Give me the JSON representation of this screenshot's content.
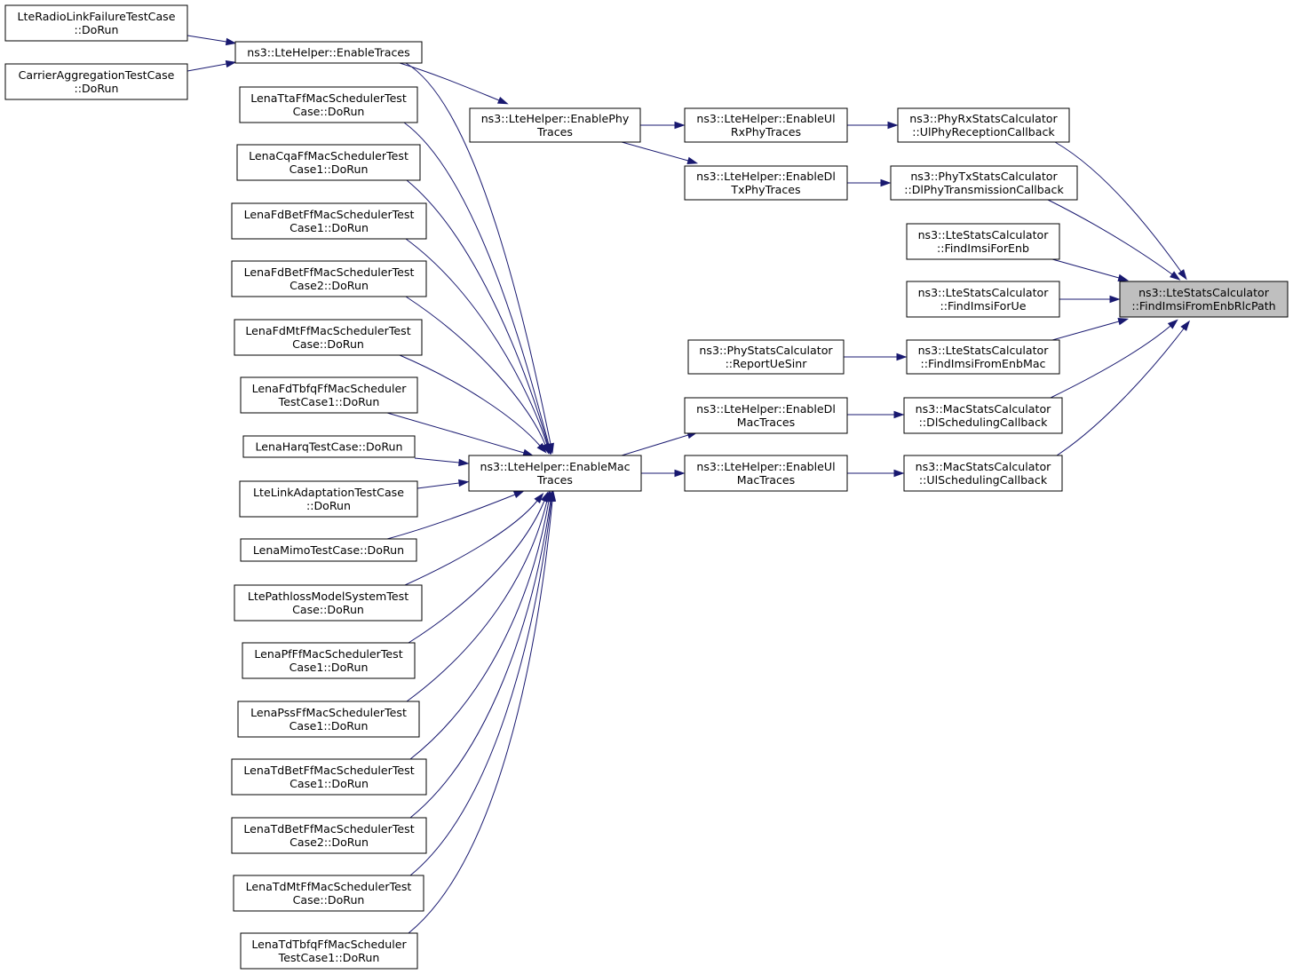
{
  "graph": {
    "colors": {
      "edge": "#191970",
      "focus_fill": "#bfbfbf",
      "node_fill": "#ffffff",
      "node_border": "#000000"
    },
    "nodes": [
      {
        "id": "target",
        "lines": [
          "ns3::LteStatsCalculator",
          "::FindImsiFromEnbRlcPath"
        ],
        "focus": true
      },
      {
        "id": "phyRxUl",
        "lines": [
          "ns3::PhyRxStatsCalculator",
          "::UlPhyReceptionCallback"
        ]
      },
      {
        "id": "phyTxDl",
        "lines": [
          "ns3::PhyTxStatsCalculator",
          "::DlPhyTransmissionCallback"
        ]
      },
      {
        "id": "findEnb",
        "lines": [
          "ns3::LteStatsCalculator",
          "::FindImsiForEnb"
        ]
      },
      {
        "id": "findUe",
        "lines": [
          "ns3::LteStatsCalculator",
          "::FindImsiForUe"
        ]
      },
      {
        "id": "findEnbMac",
        "lines": [
          "ns3::LteStatsCalculator",
          "::FindImsiFromEnbMac"
        ]
      },
      {
        "id": "macDl",
        "lines": [
          "ns3::MacStatsCalculator",
          "::DlSchedulingCallback"
        ]
      },
      {
        "id": "macUl",
        "lines": [
          "ns3::MacStatsCalculator",
          "::UlSchedulingCallback"
        ]
      },
      {
        "id": "reportSinr",
        "lines": [
          "ns3::PhyStatsCalculator",
          "::ReportUeSinr"
        ]
      },
      {
        "id": "enUlRxPhy",
        "lines": [
          "ns3::LteHelper::EnableUl",
          "RxPhyTraces"
        ]
      },
      {
        "id": "enDlTxPhy",
        "lines": [
          "ns3::LteHelper::EnableDl",
          "TxPhyTraces"
        ]
      },
      {
        "id": "enDlMac",
        "lines": [
          "ns3::LteHelper::EnableDl",
          "MacTraces"
        ]
      },
      {
        "id": "enUlMac",
        "lines": [
          "ns3::LteHelper::EnableUl",
          "MacTraces"
        ]
      },
      {
        "id": "enPhy",
        "lines": [
          "ns3::LteHelper::EnablePhy",
          "Traces"
        ]
      },
      {
        "id": "enMac",
        "lines": [
          "ns3::LteHelper::EnableMac",
          "Traces"
        ]
      },
      {
        "id": "enTraces",
        "lines": [
          "ns3::LteHelper::EnableTraces"
        ]
      },
      {
        "id": "rlf",
        "lines": [
          "LteRadioLinkFailureTestCase",
          "::DoRun"
        ]
      },
      {
        "id": "carrier",
        "lines": [
          "CarrierAggregationTestCase",
          "::DoRun"
        ]
      },
      {
        "id": "tta",
        "lines": [
          "LenaTtaFfMacSchedulerTest",
          "Case::DoRun"
        ]
      },
      {
        "id": "cqa",
        "lines": [
          "LenaCqaFfMacSchedulerTest",
          "Case1::DoRun"
        ]
      },
      {
        "id": "fdbet1",
        "lines": [
          "LenaFdBetFfMacSchedulerTest",
          "Case1::DoRun"
        ]
      },
      {
        "id": "fdbet2",
        "lines": [
          "LenaFdBetFfMacSchedulerTest",
          "Case2::DoRun"
        ]
      },
      {
        "id": "fdmt",
        "lines": [
          "LenaFdMtFfMacSchedulerTest",
          "Case::DoRun"
        ]
      },
      {
        "id": "fdtbfq",
        "lines": [
          "LenaFdTbfqFfMacScheduler",
          "TestCase1::DoRun"
        ]
      },
      {
        "id": "harq",
        "lines": [
          "LenaHarqTestCase::DoRun"
        ]
      },
      {
        "id": "linkadapt",
        "lines": [
          "LteLinkAdaptationTestCase",
          "::DoRun"
        ]
      },
      {
        "id": "mimo",
        "lines": [
          "LenaMimoTestCase::DoRun"
        ]
      },
      {
        "id": "pathloss",
        "lines": [
          "LtePathlossModelSystemTest",
          "Case::DoRun"
        ]
      },
      {
        "id": "pf",
        "lines": [
          "LenaPfFfMacSchedulerTest",
          "Case1::DoRun"
        ]
      },
      {
        "id": "pss",
        "lines": [
          "LenaPssFfMacSchedulerTest",
          "Case1::DoRun"
        ]
      },
      {
        "id": "tdbet1",
        "lines": [
          "LenaTdBetFfMacSchedulerTest",
          "Case1::DoRun"
        ]
      },
      {
        "id": "tdbet2",
        "lines": [
          "LenaTdBetFfMacSchedulerTest",
          "Case2::DoRun"
        ]
      },
      {
        "id": "tdmt",
        "lines": [
          "LenaTdMtFfMacSchedulerTest",
          "Case::DoRun"
        ]
      },
      {
        "id": "tdtbfq",
        "lines": [
          "LenaTdTbfqFfMacScheduler",
          "TestCase1::DoRun"
        ]
      }
    ],
    "edges": [
      {
        "from": "phyRxUl",
        "to": "target"
      },
      {
        "from": "phyTxDl",
        "to": "target"
      },
      {
        "from": "findEnb",
        "to": "target"
      },
      {
        "from": "findUe",
        "to": "target"
      },
      {
        "from": "findEnbMac",
        "to": "target"
      },
      {
        "from": "macDl",
        "to": "target"
      },
      {
        "from": "macUl",
        "to": "target"
      },
      {
        "from": "enUlRxPhy",
        "to": "phyRxUl"
      },
      {
        "from": "enDlTxPhy",
        "to": "phyTxDl"
      },
      {
        "from": "reportSinr",
        "to": "findEnbMac"
      },
      {
        "from": "enDlMac",
        "to": "macDl"
      },
      {
        "from": "enUlMac",
        "to": "macUl"
      },
      {
        "from": "enPhy",
        "to": "enUlRxPhy"
      },
      {
        "from": "enPhy",
        "to": "enDlTxPhy"
      },
      {
        "from": "enMac",
        "to": "enDlMac"
      },
      {
        "from": "enMac",
        "to": "enUlMac"
      },
      {
        "from": "enTraces",
        "to": "enPhy"
      },
      {
        "from": "enTraces",
        "to": "enMac"
      },
      {
        "from": "rlf",
        "to": "enTraces"
      },
      {
        "from": "carrier",
        "to": "enTraces"
      },
      {
        "from": "tta",
        "to": "enMac"
      },
      {
        "from": "cqa",
        "to": "enMac"
      },
      {
        "from": "fdbet1",
        "to": "enMac"
      },
      {
        "from": "fdbet2",
        "to": "enMac"
      },
      {
        "from": "fdmt",
        "to": "enMac"
      },
      {
        "from": "fdtbfq",
        "to": "enMac"
      },
      {
        "from": "harq",
        "to": "enMac"
      },
      {
        "from": "linkadapt",
        "to": "enMac"
      },
      {
        "from": "mimo",
        "to": "enMac"
      },
      {
        "from": "pathloss",
        "to": "enMac"
      },
      {
        "from": "pf",
        "to": "enMac"
      },
      {
        "from": "pss",
        "to": "enMac"
      },
      {
        "from": "tdbet1",
        "to": "enMac"
      },
      {
        "from": "tdbet2",
        "to": "enMac"
      },
      {
        "from": "tdmt",
        "to": "enMac"
      },
      {
        "from": "tdtbfq",
        "to": "enMac"
      }
    ]
  }
}
